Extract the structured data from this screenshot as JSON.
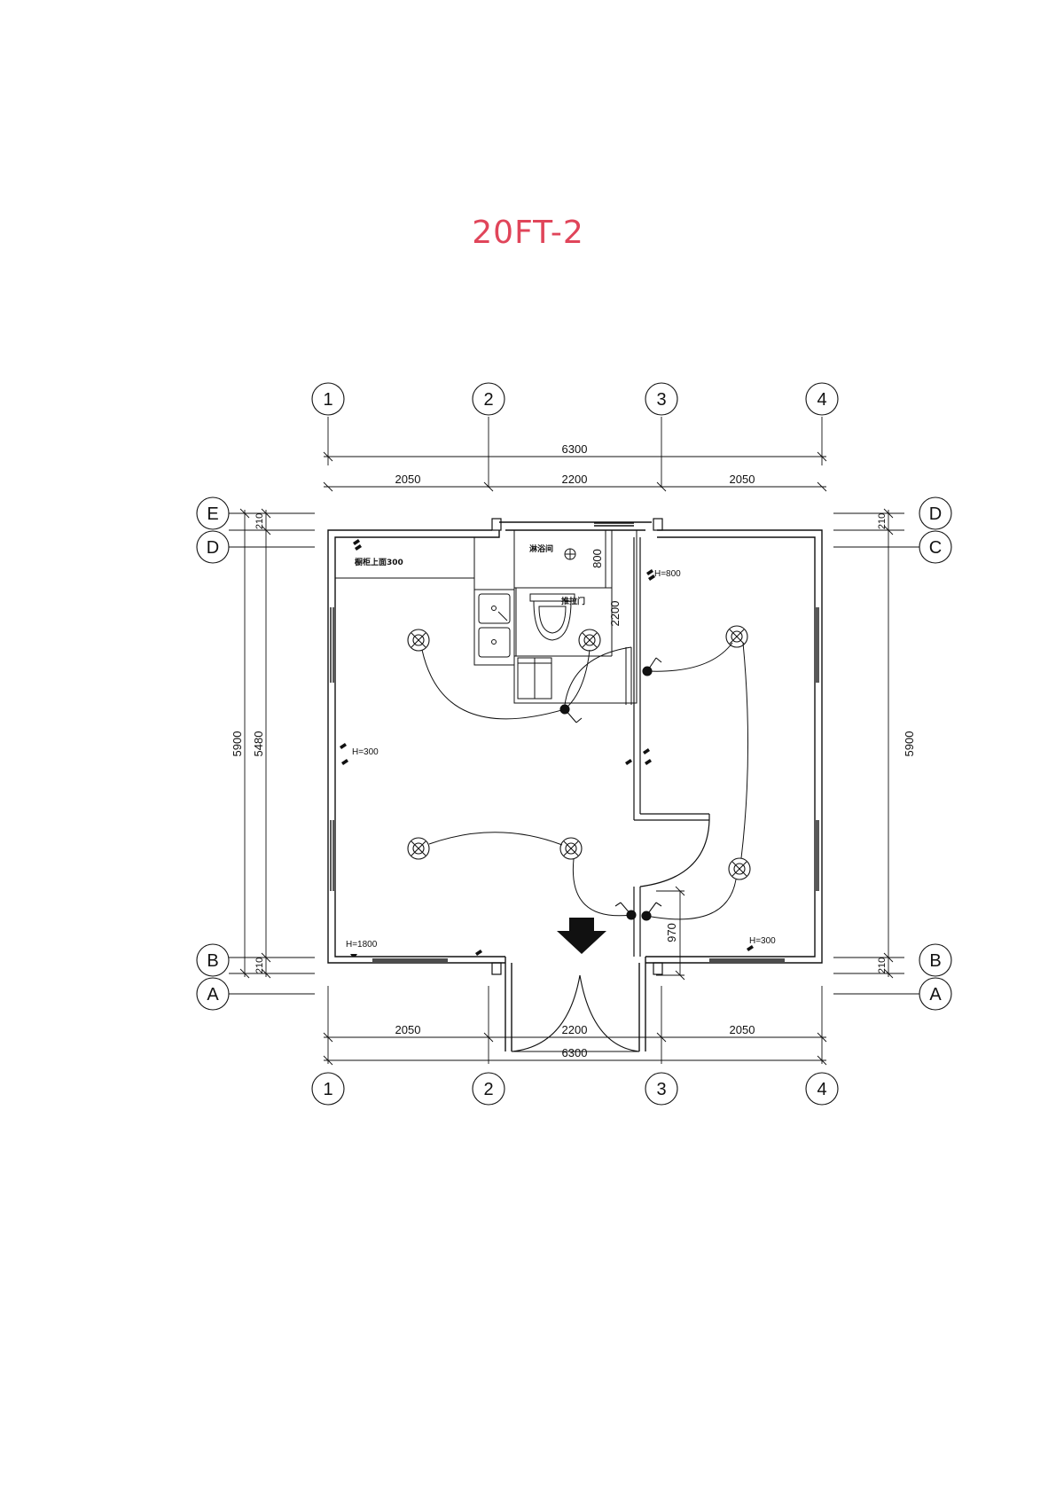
{
  "title": "20FT-2",
  "grid_axes": {
    "columns": [
      "1",
      "2",
      "3",
      "4"
    ],
    "rows_left": [
      "E",
      "D",
      "B",
      "A"
    ],
    "rows_right": [
      "D",
      "C",
      "B",
      "A"
    ]
  },
  "dimensions": {
    "top_total": "6300",
    "top_segments": [
      "2050",
      "2200",
      "2050"
    ],
    "bottom_total": "6300",
    "bottom_segments": [
      "2050",
      "2200",
      "2050"
    ],
    "left_outer": "5900",
    "left_inner": "5480",
    "left_top_small": "210",
    "left_bottom_small": "210",
    "right_outer": "5900",
    "right_top_small": "210",
    "right_bottom_small": "210",
    "shower_depth": "800",
    "toilet_depth": "2200",
    "door_width": "970"
  },
  "annotations": {
    "counter_label": "橱柜上面300",
    "shower_room": "淋浴间",
    "sliding_door": "推拉门",
    "h_800": "H=800",
    "h_300_left": "H=300",
    "h_1800": "H=1800",
    "h_300_right": "H=300"
  },
  "colors": {
    "title": "#e0455a",
    "line": "#111111"
  }
}
